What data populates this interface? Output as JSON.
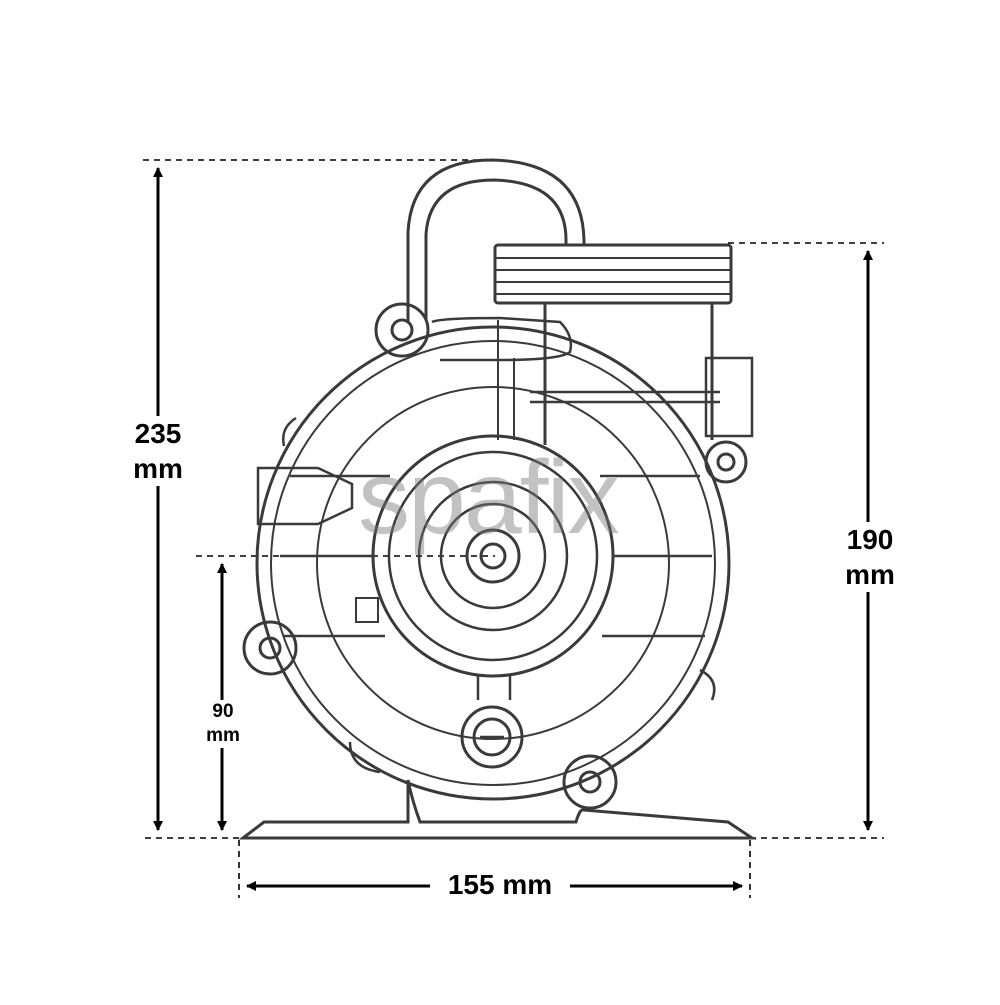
{
  "dimensions": {
    "total_height": {
      "value": "235",
      "unit": "mm"
    },
    "inlet_height": {
      "value": "190",
      "unit": "mm"
    },
    "axis_height": {
      "value": "90",
      "unit": "mm"
    },
    "base_width": {
      "label": "155 mm"
    }
  },
  "watermark": "spafix",
  "colors": {
    "ink": "#000000",
    "outline": "#3a3a3a",
    "watermark": "#787878"
  }
}
